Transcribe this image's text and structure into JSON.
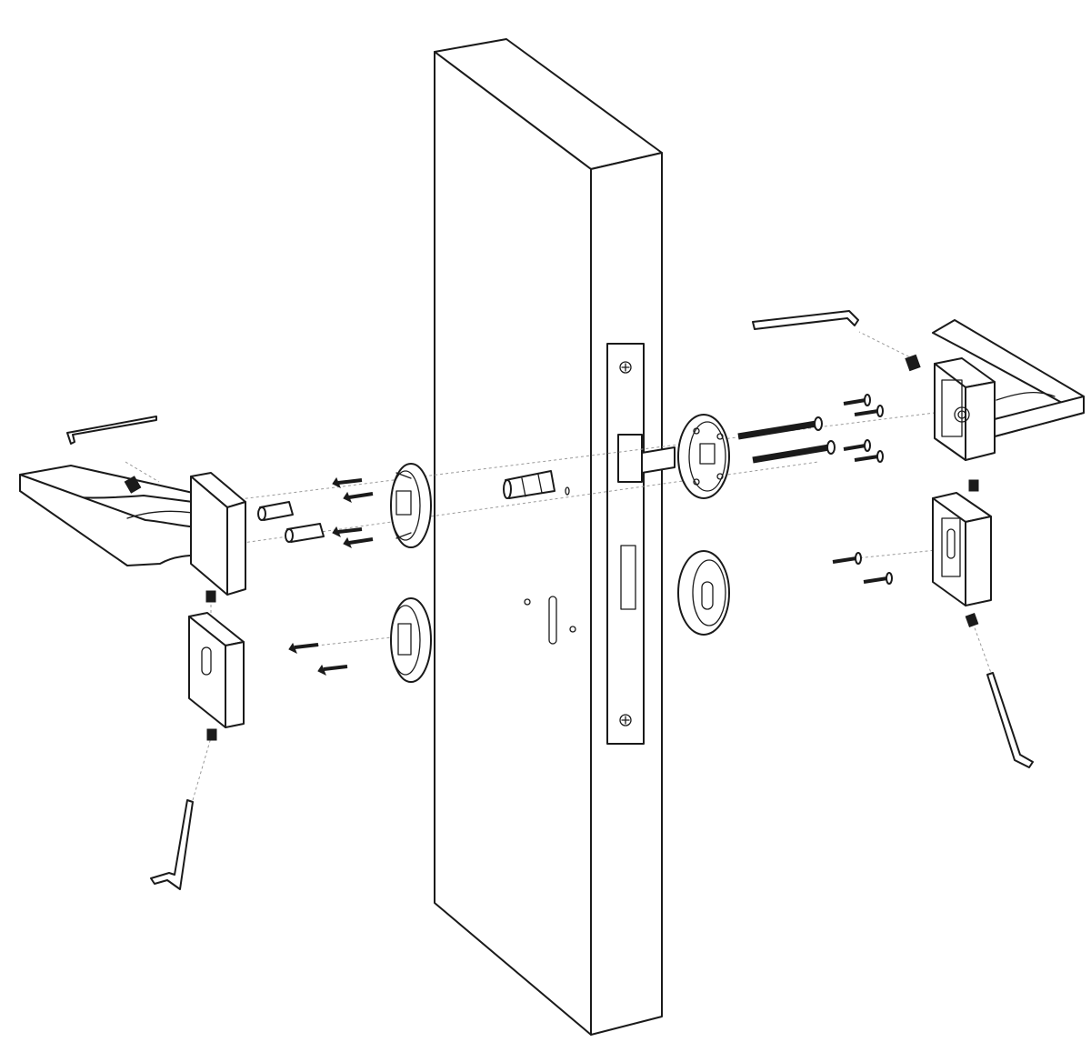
{
  "colors": {
    "line": "#1a1a1a",
    "background": "#ffffff",
    "guide": "#9a9a9a",
    "shade": "#f1f1f1"
  },
  "parts": {
    "door": "door-panel",
    "lock_body": "mortise-lock",
    "left_lever": "lever-handle-left",
    "right_lever": "lever-handle-right",
    "left_key_escutcheon": "key-escutcheon-left",
    "right_key_escutcheon": "key-escutcheon-right",
    "hex_keys": "allen-key",
    "grub_screws": "grub-screw",
    "mounting_screws": "wood-screw",
    "through_bolts": "through-bolt",
    "rose_bases": "rose-base-plate",
    "spindle": "square-spindle"
  }
}
